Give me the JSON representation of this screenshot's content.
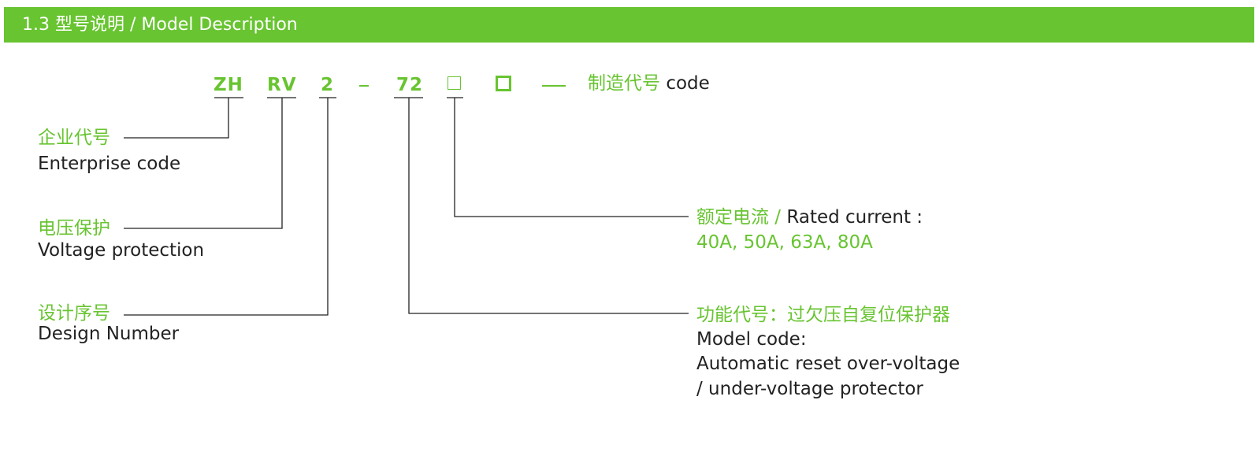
{
  "header": {
    "title": "1.3 型号说明 / Model Description"
  },
  "model_code": {
    "segments": [
      "ZH",
      "RV",
      "2",
      "72"
    ],
    "manufacturing_code_cn": "制造代号",
    "manufacturing_code_en": "code"
  },
  "labels": {
    "enterprise": {
      "cn": "企业代号",
      "en": "Enterprise code"
    },
    "voltage": {
      "cn": "电压保护",
      "en": "Voltage protection"
    },
    "design": {
      "cn": "设计序号",
      "en": "Design Number"
    },
    "rated_current": {
      "cn": "额定电流 /",
      "en": "Rated current :",
      "values": "40A, 50A, 63A, 80A"
    },
    "function": {
      "cn": "功能代号：过欠压自复位保护器",
      "en_line1": "Model code:",
      "en_line2": "Automatic reset over-voltage",
      "en_line3": "/ under-voltage protector"
    }
  },
  "colors": {
    "accent": "#68c431",
    "text": "#222222",
    "header_text": "#ffffff"
  }
}
